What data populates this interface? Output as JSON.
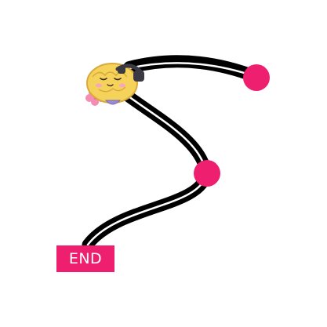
{
  "game": {
    "end_label": "END",
    "colors": {
      "track": "#000000",
      "track_highlight": "#ffffff",
      "waypoint": "#ee1f6e",
      "end_badge": "#ee1f6e",
      "brain": "#f5d35a",
      "brain_outline": "#d9a93c",
      "blush": "#f7a6c2",
      "flower": "#f48db4",
      "headphones": "#3a3a44"
    },
    "icons": {
      "character": "brain-character-icon",
      "waypoint": "waypoint-dot",
      "finish": "end-badge"
    }
  }
}
